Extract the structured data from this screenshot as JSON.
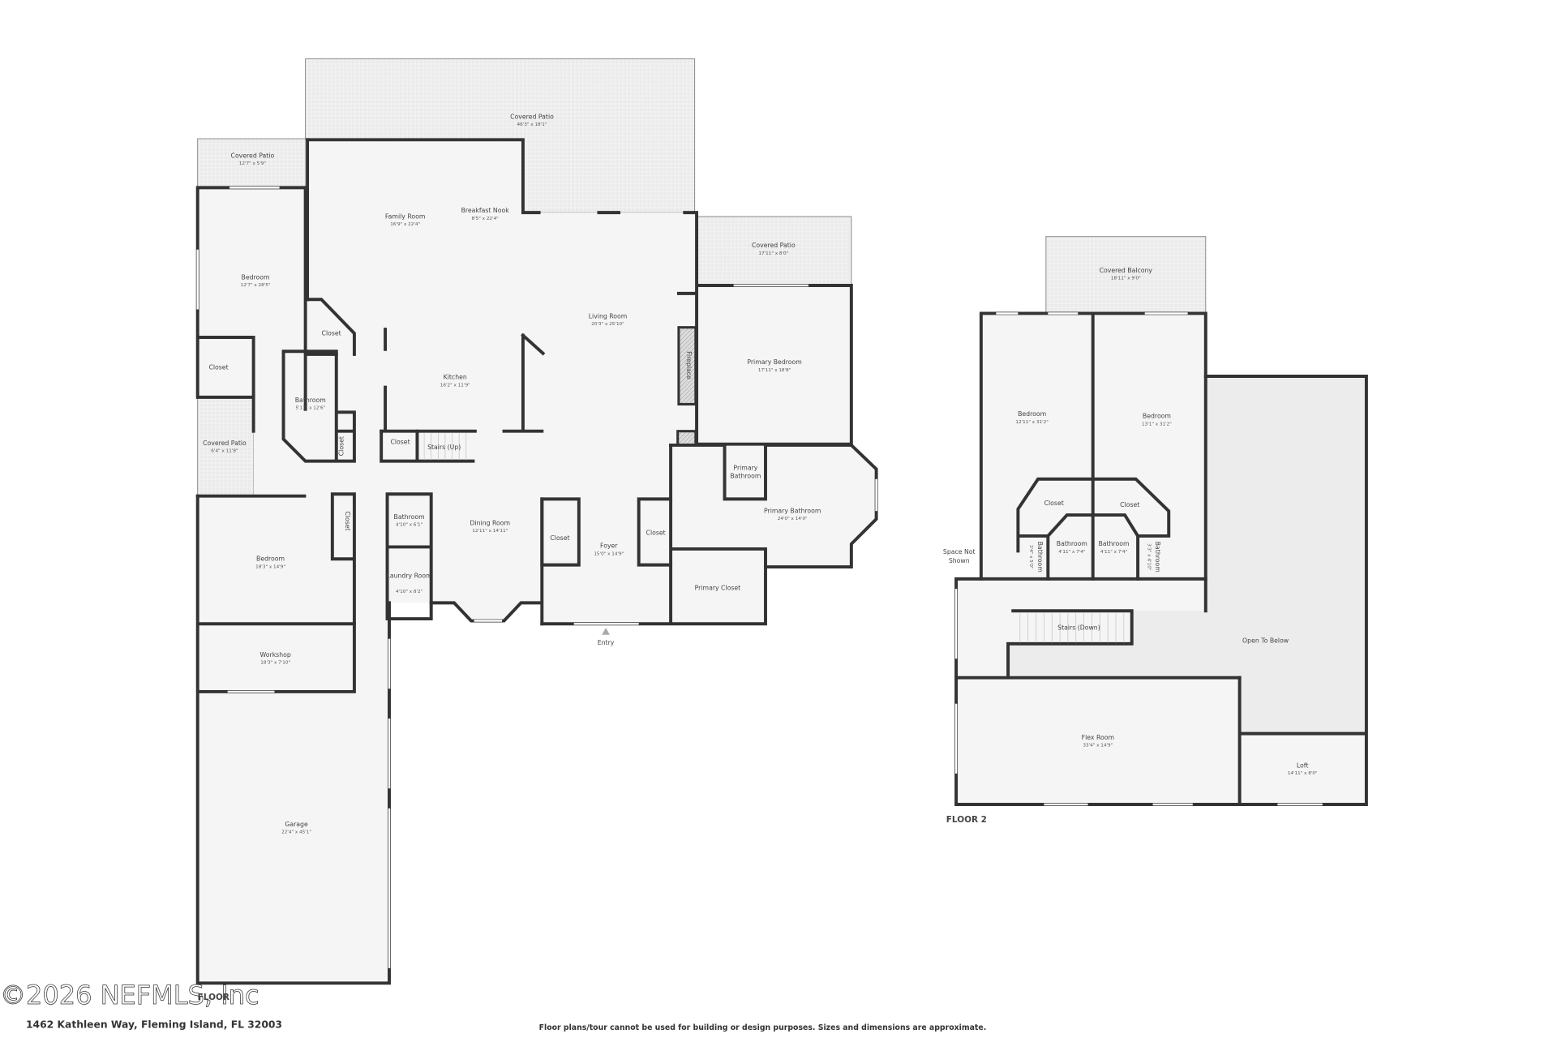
{
  "floor1": {
    "label": "FLOOR",
    "rooms": {
      "covered_patio_main": {
        "name": "Covered Patio",
        "dims": "46'3\" x 18'1\""
      },
      "covered_patio_nw": {
        "name": "Covered Patio",
        "dims": "12'7\" x 5'9\""
      },
      "covered_patio_primary": {
        "name": "Covered Patio",
        "dims": "17'11\" x 8'0\""
      },
      "covered_patio_w": {
        "name": "Covered Patio",
        "dims": "6'4\" x 11'8\""
      },
      "family_room": {
        "name": "Family Room",
        "dims": "16'9\" x 22'4\""
      },
      "breakfast_nook": {
        "name": "Breakfast Nook",
        "dims": "8'5\" x 22'4\""
      },
      "bedroom_nw": {
        "name": "Bedroom",
        "dims": "12'7\" x 28'5\""
      },
      "living_room": {
        "name": "Living Room",
        "dims": "20'3\" x 25'10\""
      },
      "kitchen": {
        "name": "Kitchen",
        "dims": "16'2\" x 11'9\""
      },
      "primary_bedroom": {
        "name": "Primary Bedroom",
        "dims": "17'11\" x 18'8\""
      },
      "bathroom_1": {
        "name": "Bathroom",
        "dims": "5'11\" x 12'6\""
      },
      "bathroom_2": {
        "name": "Bathroom",
        "dims": "4'10\" x 6'1\""
      },
      "laundry_room": {
        "name": "Laundry Room",
        "dims": "4'10\" x 8'2\""
      },
      "dining_room": {
        "name": "Dining Room",
        "dims": "12'11\" x 14'11\""
      },
      "foyer": {
        "name": "Foyer",
        "dims": "15'0\" x 14'9\""
      },
      "primary_bathroom": {
        "name": "Primary Bathroom",
        "dims": "24'0\" x 14'0\""
      },
      "primary_bathroom_small": {
        "name_line1": "Primary",
        "name_line2": "Bathroom"
      },
      "primary_closet": {
        "name": "Primary Closet"
      },
      "bedroom_sw": {
        "name": "Bedroom",
        "dims": "18'3\" x 14'9\""
      },
      "workshop": {
        "name": "Workshop",
        "dims": "18'3\" x 7'10\""
      },
      "garage": {
        "name": "Garage",
        "dims": "22'4\" x 45'1\""
      },
      "fireplace": {
        "name": "Fireplace"
      },
      "stairs_up": {
        "name": "Stairs (Up)"
      },
      "closet": {
        "name": "Closet"
      }
    },
    "entry": "Entry"
  },
  "floor2": {
    "label": "FLOOR 2",
    "rooms": {
      "covered_balcony": {
        "name": "Covered Balcony",
        "dims": "18'11\" x 9'0\""
      },
      "bedroom_left": {
        "name": "Bedroom",
        "dims": "12'11\" x 31'2\""
      },
      "bedroom_right": {
        "name": "Bedroom",
        "dims": "13'1\" x 31'2\""
      },
      "closet": {
        "name": "Closet"
      },
      "bathroom_a": {
        "name": "Bathroom",
        "dims": "3'4\" x 5'0\""
      },
      "bathroom_b": {
        "name": "Bathroom",
        "dims": "4'11\" x 7'4\""
      },
      "bathroom_c": {
        "name": "Bathroom",
        "dims": "4'11\" x 7'4\""
      },
      "bathroom_d": {
        "name": "Bathroom",
        "dims": "3'3\" x 4'10\""
      },
      "space_not_shown": {
        "line1": "Space Not",
        "line2": "Shown"
      },
      "stairs_down": {
        "name": "Stairs (Down)"
      },
      "open_to_below": {
        "name": "Open To Below"
      },
      "flex_room": {
        "name": "Flex Room",
        "dims": "33'4\" x 14'9\""
      },
      "loft": {
        "name": "Loft",
        "dims": "14'11\" x 8'0\""
      }
    }
  },
  "footer": {
    "address": "1462 Kathleen Way, Fleming Island, FL 32003",
    "disclaimer": "Floor plans/tour cannot be used for building or design purposes. Sizes and dimensions are approximate.",
    "watermark": "©2026 NEFMLS, Inc"
  },
  "colors": {
    "wall": "#333333",
    "floor": "#f5f5f5",
    "open_to_below": "#ececec"
  }
}
